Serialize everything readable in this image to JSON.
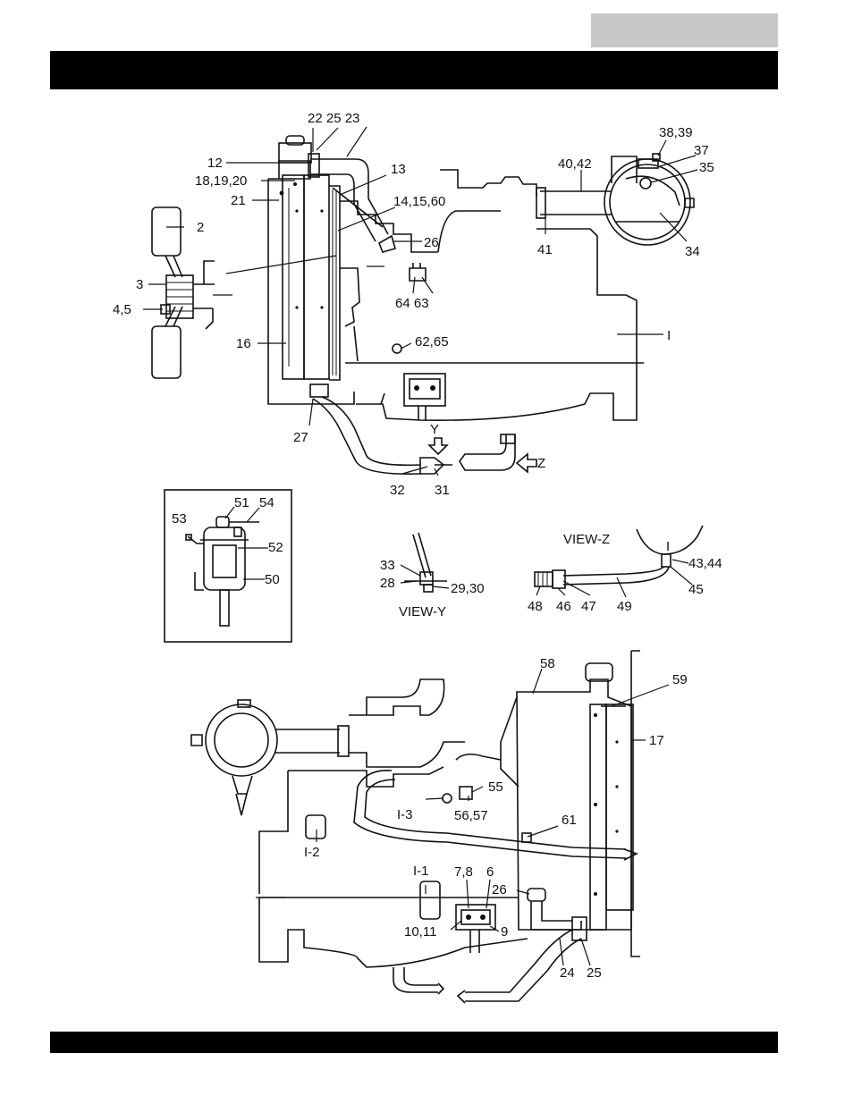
{
  "page": {
    "tab_text": "",
    "header_title": "",
    "footer_text": ""
  },
  "labels": {
    "l22_25_23": "22 25 23",
    "l12": "12",
    "l18_19_20": "18,19,20",
    "l21": "21",
    "l13": "13",
    "l14_15_60": "14,15,60",
    "l2": "2",
    "l3": "3",
    "l4_5": "4,5",
    "l16": "16",
    "l26a": "26",
    "l64_63": "64 63",
    "l62_65": "62,65",
    "l38_39": "38,39",
    "l37": "37",
    "l40_42": "40,42",
    "l35": "35",
    "l41": "41",
    "l34": "34",
    "l1": "I",
    "l27": "27",
    "lY": "Y",
    "l32": "32",
    "l31": "31",
    "lZ": "Z",
    "l51": "51",
    "l54": "54",
    "l53": "53",
    "l52": "52",
    "l50": "50",
    "view_z": "VIEW-Z",
    "l1b": "I",
    "l43_44": "43,44",
    "l45": "45",
    "l48": "48",
    "l46": "46",
    "l47": "47",
    "l49": "49",
    "l33": "33",
    "l28": "28",
    "l29_30": "29,30",
    "view_y": "VIEW-Y",
    "l58": "58",
    "l59": "59",
    "l17": "17",
    "l55": "55",
    "l1_3": "I-3",
    "l56_57": "56,57",
    "l61": "61",
    "l1_2": "I-2",
    "l1_1": "I-1",
    "l7_8": "7,8",
    "l6": "6",
    "l26b": "26",
    "l10_11": "10,11",
    "l9": "9",
    "l24": "24",
    "l25b": "25"
  }
}
